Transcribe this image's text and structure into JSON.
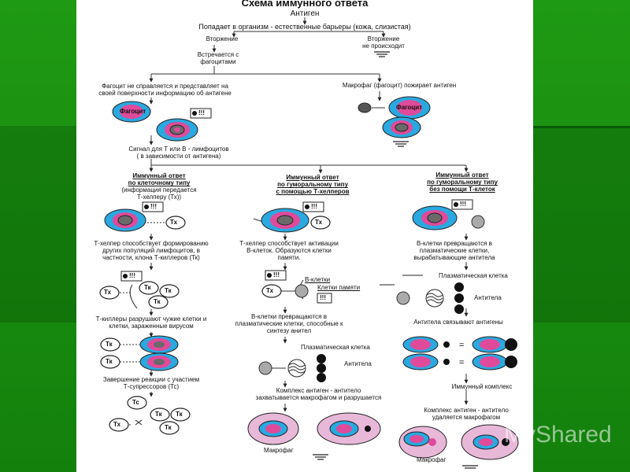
{
  "diagram": {
    "title": "Схема иммунного ответа",
    "antigen": "Антиген",
    "entry_line": "Попадает в организм - естественные барьеры (кожа, слизистая)",
    "invasion": "Вторжение",
    "no_invasion": "Вторжение\nне происходит",
    "meets_phagocytes": "Встречается с\nфагоцитами",
    "phagocyte_fails": "Фагоцит не справляется и представляет на\nсвоей поверхности информацию об антигене",
    "macrophage_eats": "Макрофаг (фагоцит) пожирает антиген",
    "phagocyte_label": "Фагоцит",
    "signal": "Сигнал для Т или В - лимфоцитов\n( в зависимости от антигена)",
    "col1_title": "Иммунный ответ\nпо клеточному типу",
    "col1_sub": "(информация передается\nТ-хелперу (Тх))",
    "col2_title": "Иммунный ответ\nпо гуморальному типу\nс помощью Т-хелперов",
    "col3_title": "Иммунный ответ\nпо гуморальному типу\nбез помощи Т-клеток",
    "tx": "Тх",
    "tk": "Тк",
    "tc": "Тс",
    "col1_step1": "Т-хелпер способствует формированию\nдругих популяций лимфоцитов, в\nчастности, клона Т-киллеров (Тк)",
    "col1_step2": "Т-киллеры разрушают чужие клетки и\nклетки, зараженные вирусом",
    "col1_step3": "Завершение реакции с участием\nТ-супрессоров (Тс)",
    "col2_step1": "Т-хелпер способствует активации\nВ-клеток. Образуются клетки\nпамяти.",
    "b_cells": "В-клетки",
    "memory_cells": "Клетки памяти",
    "col2_step2": "В-клетки превращаются в\nплазматические клетки, способные к\nсинтезу анител",
    "plasma_cell": "Плазматическая клетка",
    "antibodies": "Антитела",
    "col2_step3": "Комплекс антиген - антитело\nзахватывается макрофагом и разрушается",
    "macrophage": "Макрофаг",
    "col3_step1": "В-клетки превращаются в\nплазматические клетки,\nвырабатывающие антитела",
    "col3_step2": "Антитела связывают антигены",
    "immune_complex": "Иммунный комплекс",
    "col3_step3": "Комплекс антиген - антитело\nудаляется макрофагом",
    "mark": "!!!"
  },
  "watermark": "MyShared",
  "colors": {
    "background": "#1a8c10",
    "cell_blue": "#2aa8e0",
    "cell_pink": "#e04a9a",
    "cell_nucleus": "#6a6a6a",
    "macrophage_fill": "#e8b8d8"
  }
}
